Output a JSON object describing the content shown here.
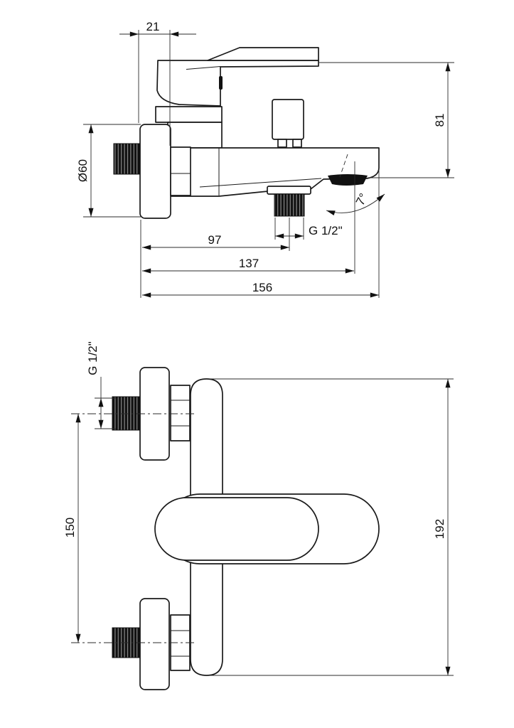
{
  "drawing": {
    "side_view": {
      "dim_wall_offset": "21",
      "dim_spout_height": "81",
      "dim_escutcheon_diameter": "Ø60",
      "dim_outlet_distance": "97",
      "dim_outlet_thread": "G 1/2\"",
      "dim_aerator_reach": "137",
      "dim_total_reach": "156",
      "dim_spout_angle": "7°"
    },
    "front_view": {
      "dim_connection_thread": "G 1/2\"",
      "dim_connection_spacing": "150",
      "dim_total_height": "192"
    },
    "colors": {
      "line": "#1a1a1a",
      "dimension": "#2b2b2b",
      "background": "#ffffff"
    }
  }
}
